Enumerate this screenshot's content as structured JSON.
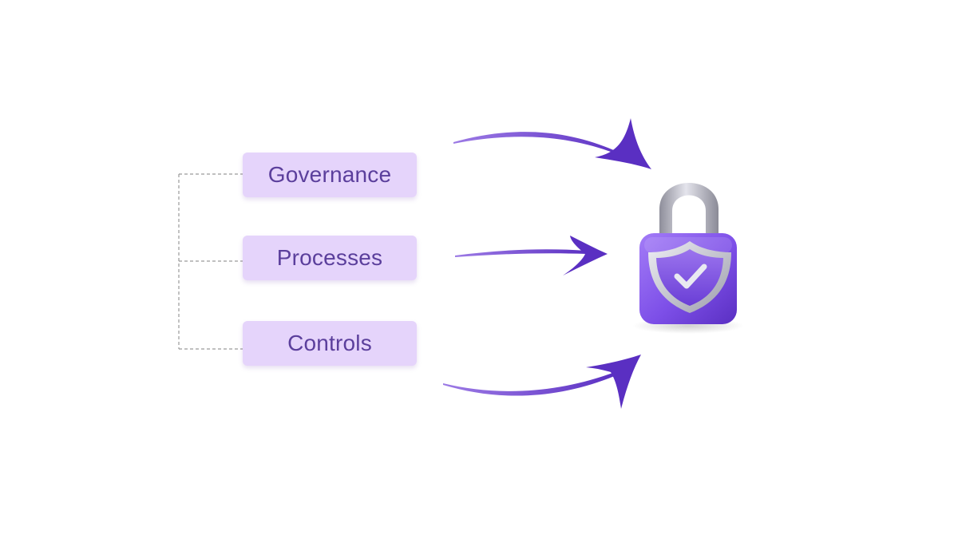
{
  "diagram": {
    "items": [
      {
        "label": "Governance"
      },
      {
        "label": "Processes"
      },
      {
        "label": "Controls"
      }
    ],
    "target_icon": "padlock-shield-check-icon",
    "colors": {
      "pill_bg": "#e5d4fb",
      "pill_text": "#5b3f9c",
      "arrow": "#6a3ccc",
      "lock_body": "#8b5cf6",
      "shackle": "#b9b9c4"
    }
  }
}
